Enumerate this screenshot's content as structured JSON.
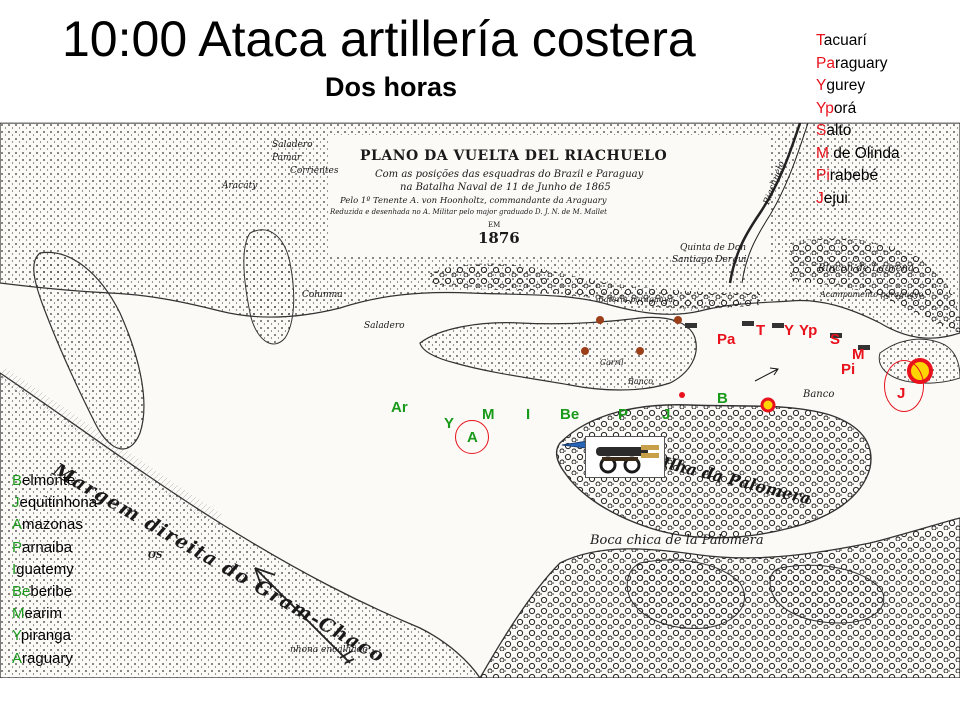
{
  "header": {
    "title": "10:00 Ataca artillería costera",
    "subtitle": "Dos horas"
  },
  "paraguayan_legend": [
    {
      "key": "T",
      "rest": "acuarí"
    },
    {
      "key": "Pa",
      "rest": "raguary"
    },
    {
      "key": "Y",
      "rest": "gurey"
    },
    {
      "key": "Yp",
      "rest": "orá"
    },
    {
      "key": "S",
      "rest": "alto"
    },
    {
      "key": "M",
      "rest": " de Olinda"
    },
    {
      "key": "Pi",
      "rest": "rabebé"
    },
    {
      "key": "J",
      "rest": "ejui"
    }
  ],
  "brazilian_legend": [
    {
      "key": "B",
      "rest": "elmonte"
    },
    {
      "key": "J",
      "rest": "equitinhona"
    },
    {
      "key": "A",
      "rest": "mazonas"
    },
    {
      "key": "P",
      "rest": "arnaiba"
    },
    {
      "key": "I",
      "rest": "guatemy"
    },
    {
      "key": "Be",
      "rest": "beribe"
    },
    {
      "key": "M",
      "rest": "earim"
    },
    {
      "key": "Y",
      "rest": "piranga"
    },
    {
      "key": "A",
      "rest": "raguary"
    }
  ],
  "brazilian_ship_labels": [
    "Ar",
    "Y",
    "M",
    "I",
    "Be",
    "P",
    "J",
    "A",
    "B"
  ],
  "paraguayan_ship_labels": [
    "Pa",
    "T",
    "Y",
    "Yp",
    "S",
    "M",
    "Pi",
    "J"
  ],
  "map_text": {
    "plan_title": "PLANO DA VUELTA DEL RIACHUELO",
    "plan_line1": "Com as posições das esquadras do Brazil e Paraguay",
    "plan_line2": "na Batalha Naval de 11 de Junho de 1865",
    "plan_line3": "Pelo 1º Tenente A. von Hoonholtz, commandante da Araguary",
    "plan_line4": "Reduzida e desenhada no A. Militar pelo major graduado D. J. N. de M. Mallet",
    "em": "EM",
    "year": "1876",
    "saladero_top": "Saladero",
    "saladero_mid": "Saladero",
    "pamar": "Pamar",
    "corrientes": "Corrientes",
    "aracaty": "Aracaty",
    "columna": "Columna",
    "riachuelo": "Riachuelo",
    "quinta": "Quinta de Don",
    "santiago": "Santiago Dergui",
    "rincon": "Rincon de Lagrena",
    "acampamento": "Acampamento paraguayo",
    "bateria": "Bateria paraguaya",
    "carril": "Carril",
    "banco_small": "Banco",
    "banco_right": "Banco",
    "ilha": "Ilha da Palomera",
    "boca": "Boca chica de la Palomera",
    "margem": "Margem direita do Gram-Chaco",
    "os": "OS",
    "encalhado": "nhona encalhado"
  }
}
